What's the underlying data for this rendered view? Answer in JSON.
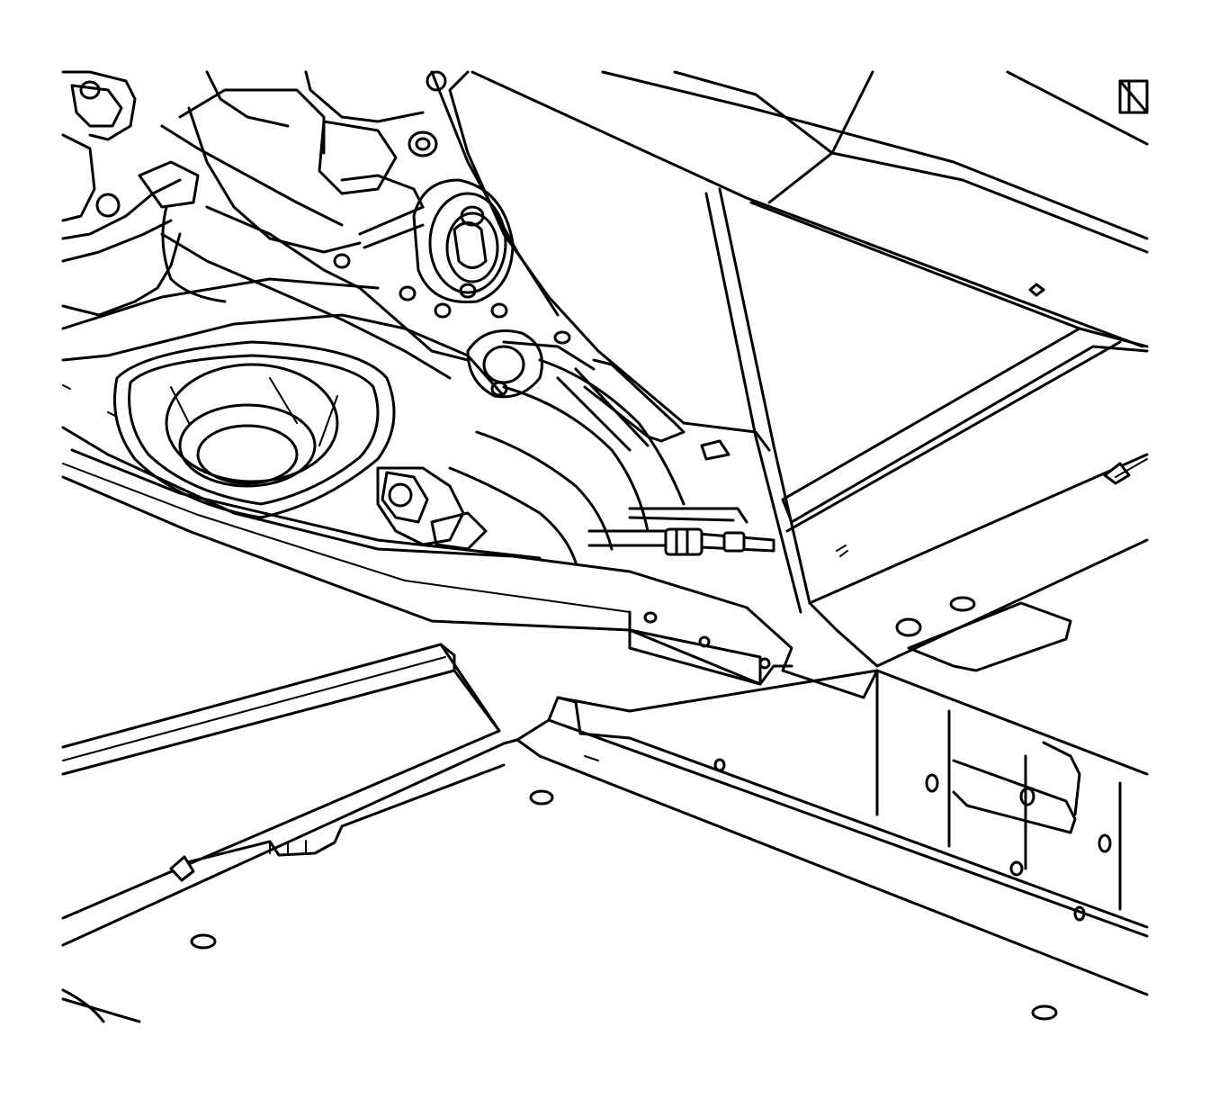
{
  "figure": {
    "line_color": "#000000",
    "background_color": "#ffffff",
    "components": [
      "transmission-housing",
      "transmission-mount",
      "oil-pan",
      "exhaust-pipe",
      "crossmember",
      "floor-pan",
      "heat-shield",
      "frame-rail"
    ]
  }
}
